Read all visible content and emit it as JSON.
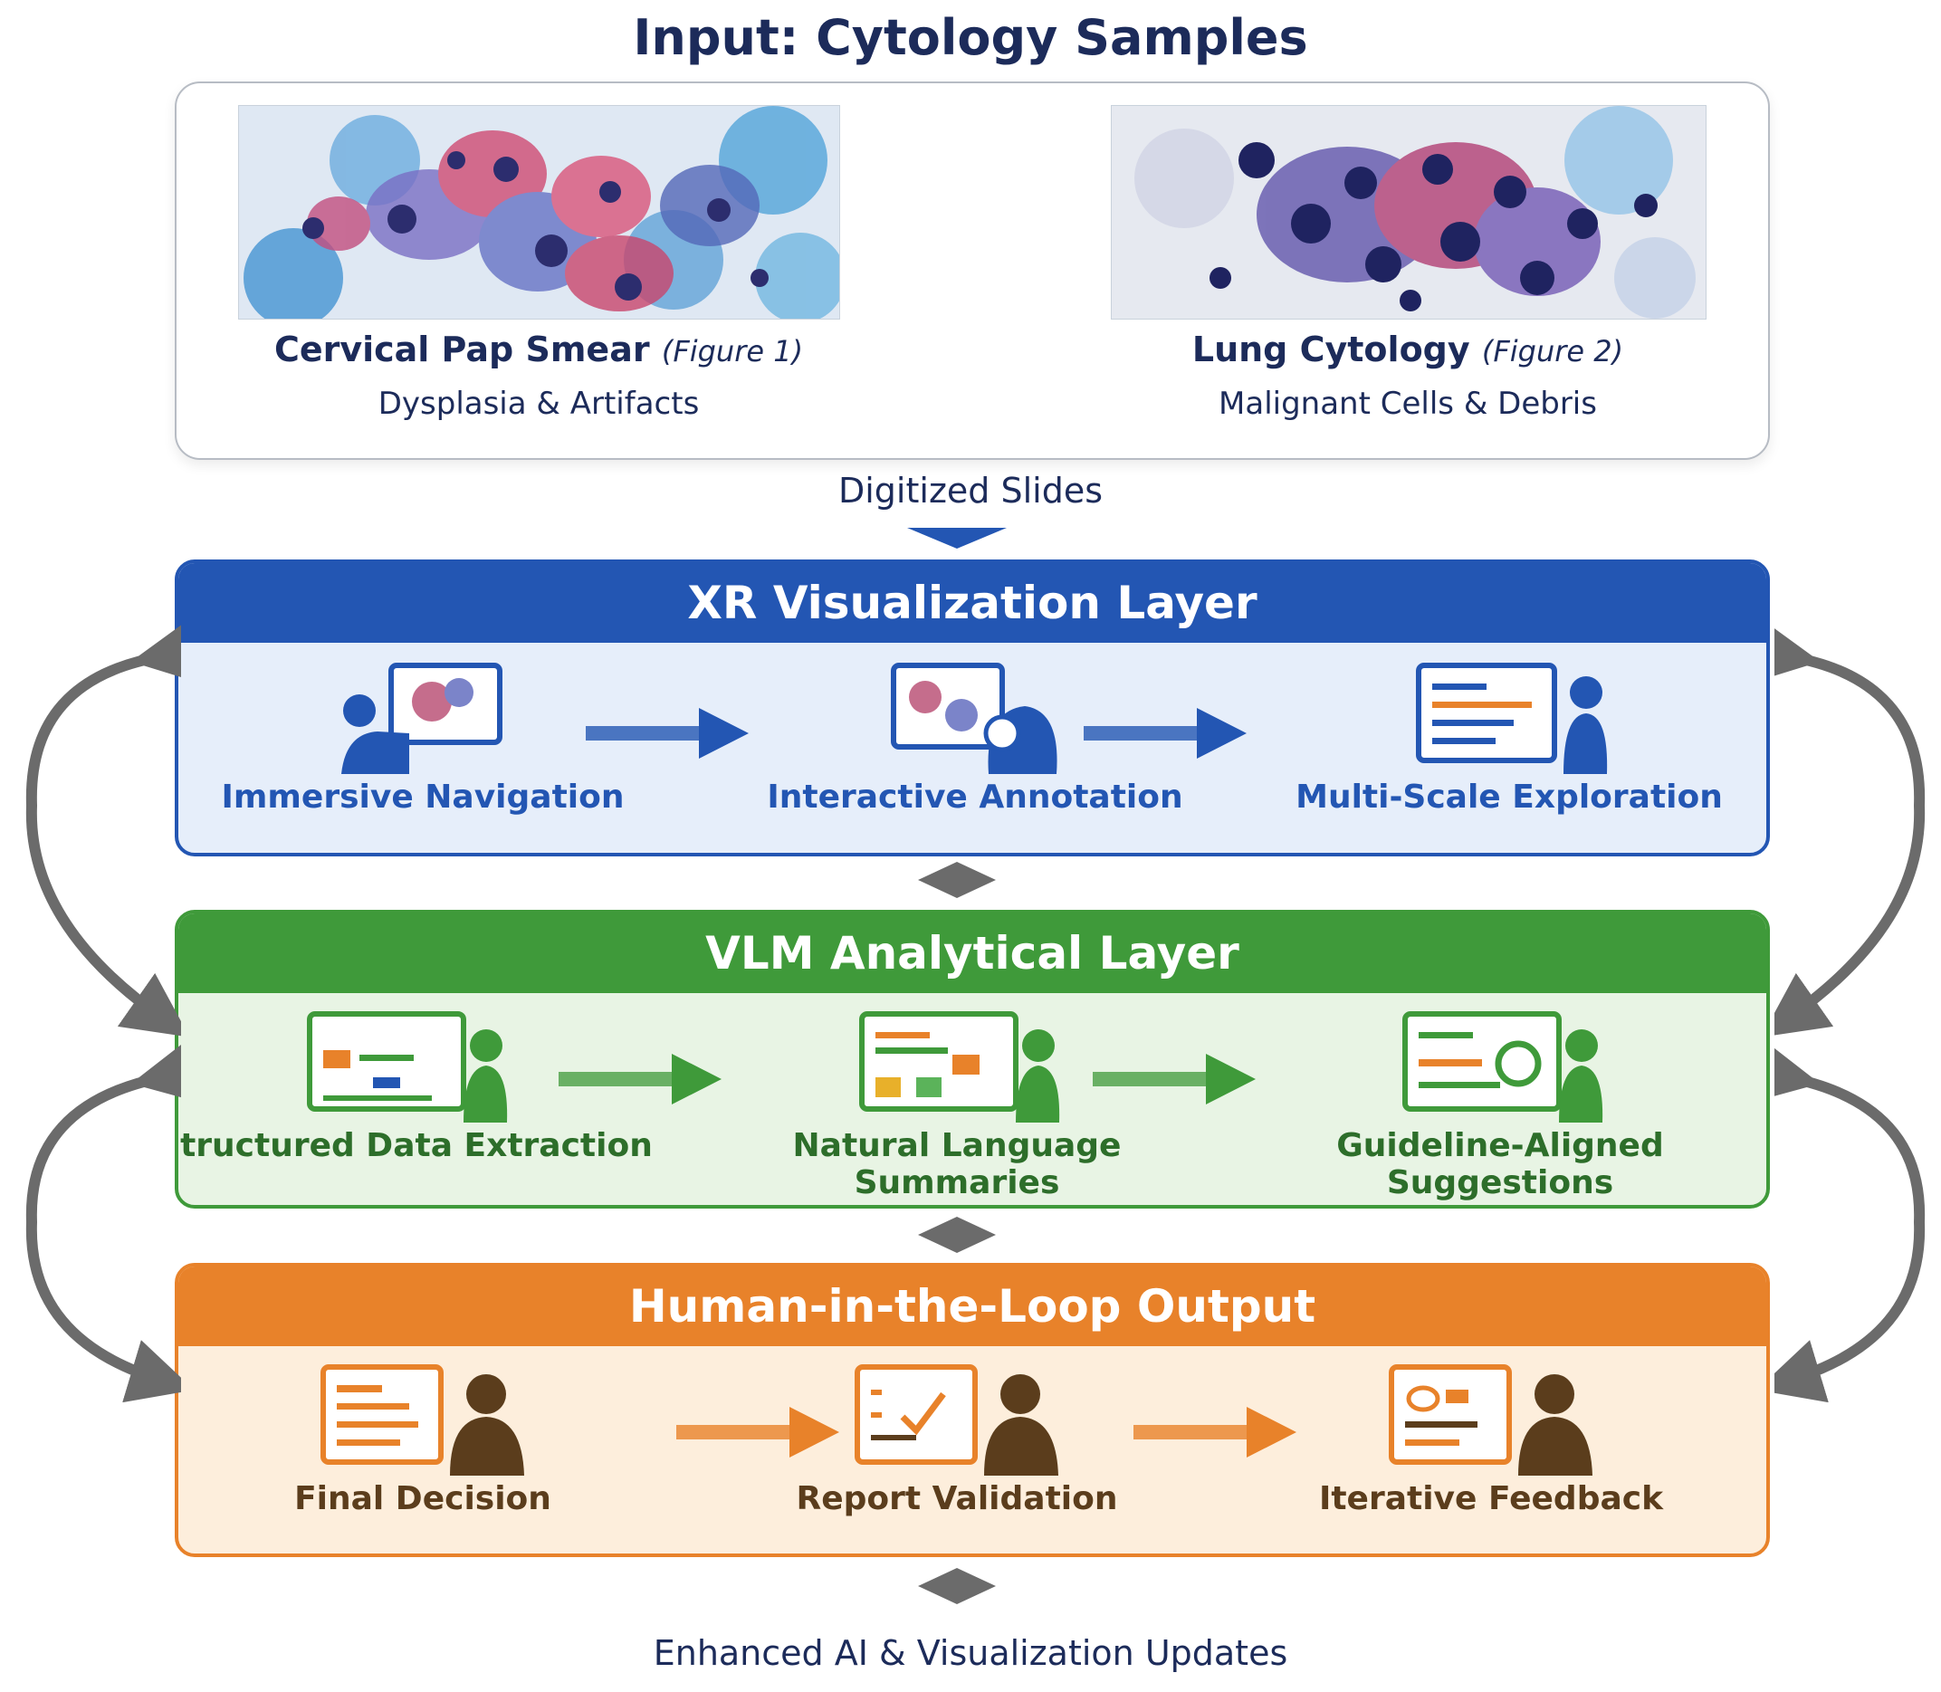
{
  "title": "Input: Cytology Samples",
  "samples": [
    {
      "name": "Cervical Pap Smear",
      "figure": "(Figure 1)",
      "desc": "Dysplasia & Artifacts"
    },
    {
      "name": "Lung Cytology",
      "figure": "(Figure 2)",
      "desc": "Malignant Cells & Debris"
    }
  ],
  "digitized_label": "Digitized Slides",
  "layers": [
    {
      "title": "XR Visualization Layer",
      "color": "#2356b3",
      "steps": [
        "Immersive Navigation",
        "Interactive Annotation",
        "Multi-Scale Exploration"
      ]
    },
    {
      "title": "VLM Analytical Layer",
      "color": "#3f9a3a",
      "steps": [
        "Structured Data Extraction",
        "Natural Language Summaries",
        "Guideline-Aligned Suggestions"
      ]
    },
    {
      "title": "Human-in-the-Loop Output",
      "color": "#e8822a",
      "steps": [
        "Final Decision",
        "Report Validation",
        "Iterative Feedback"
      ]
    }
  ],
  "bottom_label": "Enhanced AI & Visualization Updates"
}
